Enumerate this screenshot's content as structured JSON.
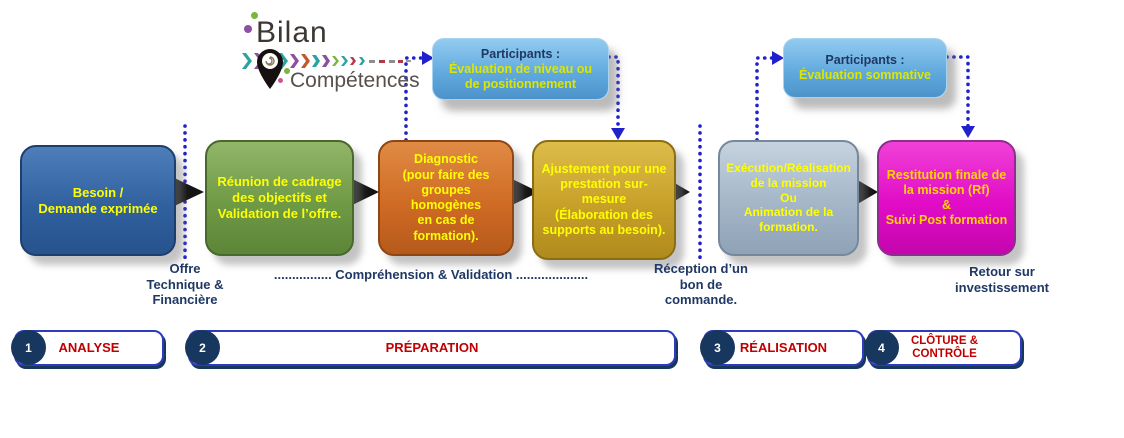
{
  "logo": {
    "title_top": "Bilan",
    "title_bottom": "Compétences"
  },
  "callouts": [
    {
      "title": "Participants :",
      "subtitle": "Évaluation de niveau ou\nde positionnement",
      "fill_light": "#93cbf0",
      "fill": "#5ea8dd",
      "fill_dark": "#4d93cb",
      "border": "#a9d2ef",
      "title_color": "#1f3864",
      "subtitle_color": "#dde600"
    },
    {
      "title": "Participants :",
      "subtitle": "Évaluation sommative",
      "fill_light": "#93cbf0",
      "fill": "#5ea8dd",
      "fill_dark": "#4d93cb",
      "border": "#a9d2ef",
      "title_color": "#1f3864",
      "subtitle_color": "#dde600"
    }
  ],
  "process_steps": [
    {
      "label": "Besoin /\nDemande exprimée",
      "fill_light": "#4f7fba",
      "fill": "#30609f",
      "fill_dark": "#27538d",
      "border": "#1d3f6e",
      "text_color": "#ffff00"
    },
    {
      "label": "Réunion de cadrage\ndes objectifs et\nValidation de l’offre.",
      "fill_light": "#92b56a",
      "fill": "#6f9a45",
      "fill_dark": "#5d8538",
      "border": "#49682c",
      "text_color": "#ffff00"
    },
    {
      "label": "Diagnostic\n(pour faire des\ngroupes homogènes\nen cas de formation).",
      "fill_light": "#e08b45",
      "fill": "#cf6b24",
      "fill_dark": "#b65a1b",
      "border": "#8f4615",
      "text_color": "#ffff00"
    },
    {
      "label": "Ajustement pour une\nprestation sur-mesure\n(Élaboration des\nsupports au besoin).",
      "fill_light": "#ddbc4a",
      "fill": "#c7a02a",
      "fill_dark": "#b08a1c",
      "border": "#8a6d14",
      "text_color": "#ffff00"
    },
    {
      "label": "Exécution/Réalisation\nde la mission\nOu\nAnimation de la\nformation.",
      "fill_light": "#c6d2de",
      "fill": "#a4b6c8",
      "fill_dark": "#8fa2b6",
      "border": "#76889b",
      "text_color": "#ffff00"
    },
    {
      "label": "Restitution finale de\nla mission (Rf)\n&\nSuivi Post formation",
      "fill_light": "#f041d8",
      "fill": "#e10cc6",
      "fill_dark": "#c406ad",
      "border": "#8e2d8e",
      "text_color": "#ffd400"
    }
  ],
  "milestones": {
    "offre": "Offre\nTechnique &\nFinancière",
    "comprehension": "................ Compréhension & Validation ....................",
    "reception": "Réception d’un\nbon de\ncommande.",
    "retour": "Retour sur\ninvestissement"
  },
  "phases": [
    {
      "number": "1",
      "label": "ANALYSE"
    },
    {
      "number": "2",
      "label": "PRÉPARATION"
    },
    {
      "number": "3",
      "label": "RÉALISATION"
    },
    {
      "number": "4",
      "label": "CLÔTURE &\nCONTRÔLE"
    }
  ],
  "colors": {
    "connector_blue": "#2121cc",
    "flow_arrow_black": "#141414",
    "milestone_text": "#1f3864",
    "phase_label_red": "#c00000",
    "phase_border_blue": "#2e3bbd",
    "phase_circle_navy": "#17375e",
    "step_text_yellow": "#ffff00"
  }
}
